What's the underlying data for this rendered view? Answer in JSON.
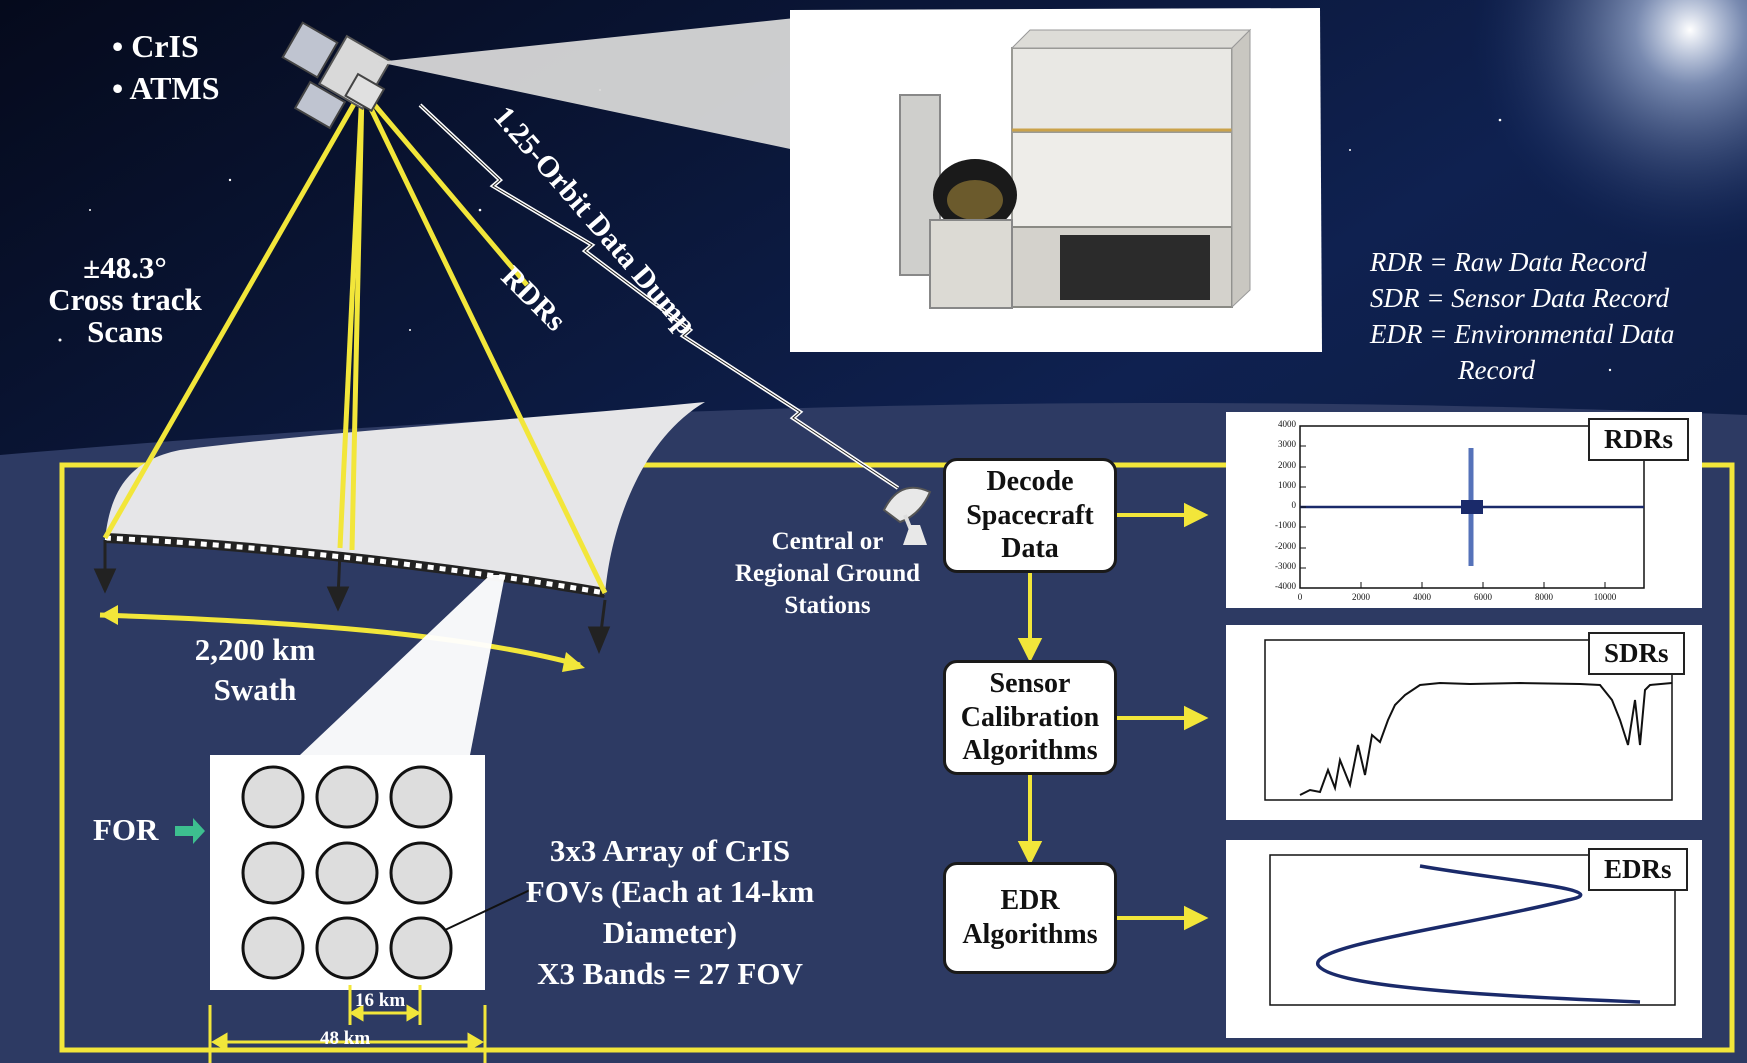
{
  "instruments": [
    "• CrIS",
    "• ATMS"
  ],
  "scan_label": [
    "±48.3°",
    "Cross track",
    "Scans"
  ],
  "rdr_beam_label": "RDRs",
  "dump_label": "1.25-Orbit Data Dump",
  "swath_label": [
    "2,200 km",
    "Swath"
  ],
  "ground_station_label": [
    "Central or",
    "Regional Ground",
    "Stations"
  ],
  "for_label": "FOR",
  "fov_description": [
    "3x3 Array of CrIS",
    "FOVs (Each at 14-km",
    "Diameter)",
    "X3 Bands = 27 FOV"
  ],
  "dim_16": "16 km",
  "dim_48": "48 km",
  "legend": [
    "RDR = Raw Data Record",
    "SDR = Sensor Data Record",
    "EDR = Environmental Data",
    "Record"
  ],
  "flow_boxes": [
    [
      "Decode",
      "Spacecraft",
      "Data"
    ],
    [
      "Sensor",
      "Calibration",
      "Algorithms"
    ],
    [
      "EDR",
      "Algorithms"
    ]
  ],
  "panel_tags": [
    "RDRs",
    "SDRs",
    "EDRs"
  ],
  "rdr_y_ticks": [
    "4000",
    "3000",
    "2000",
    "1000",
    "0",
    "-1000",
    "-2000",
    "-3000",
    "-4000"
  ],
  "rdr_x_ticks": [
    "0",
    "2000",
    "4000",
    "6000",
    "8000",
    "10000"
  ],
  "colors": {
    "accent_yellow": "#f2e63a",
    "panel_blue": "#2d3a63",
    "for_arrow": "#3dbf8f"
  }
}
